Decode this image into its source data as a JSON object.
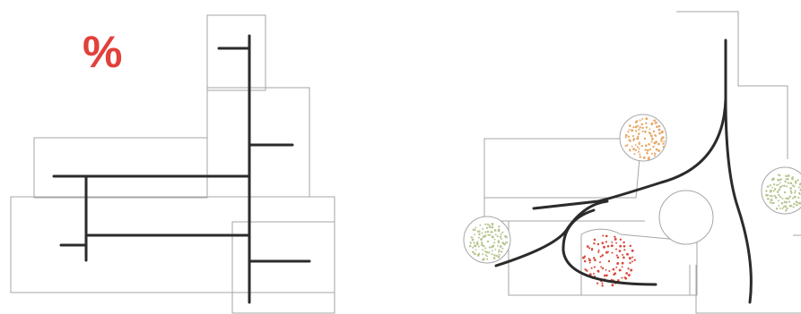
{
  "legend_symbol": "%",
  "colors": {
    "outline": "#a6a6a6",
    "street": "#2b2b2b",
    "accent_red": "#e2403a",
    "tree_orange": "#e8a766",
    "tree_green": "#b7c690",
    "tree_red": "#d94a3c"
  },
  "left_diagram": {
    "type": "grid-street-layout",
    "blocks": 5,
    "streets": 8
  },
  "right_diagram": {
    "type": "curved-street-layout",
    "blocks": 5,
    "streets": 4,
    "trees": [
      {
        "color": "tree_orange"
      },
      {
        "color": "tree_green"
      },
      {
        "color": "tree_green"
      },
      {
        "color": "tree_red"
      }
    ]
  }
}
